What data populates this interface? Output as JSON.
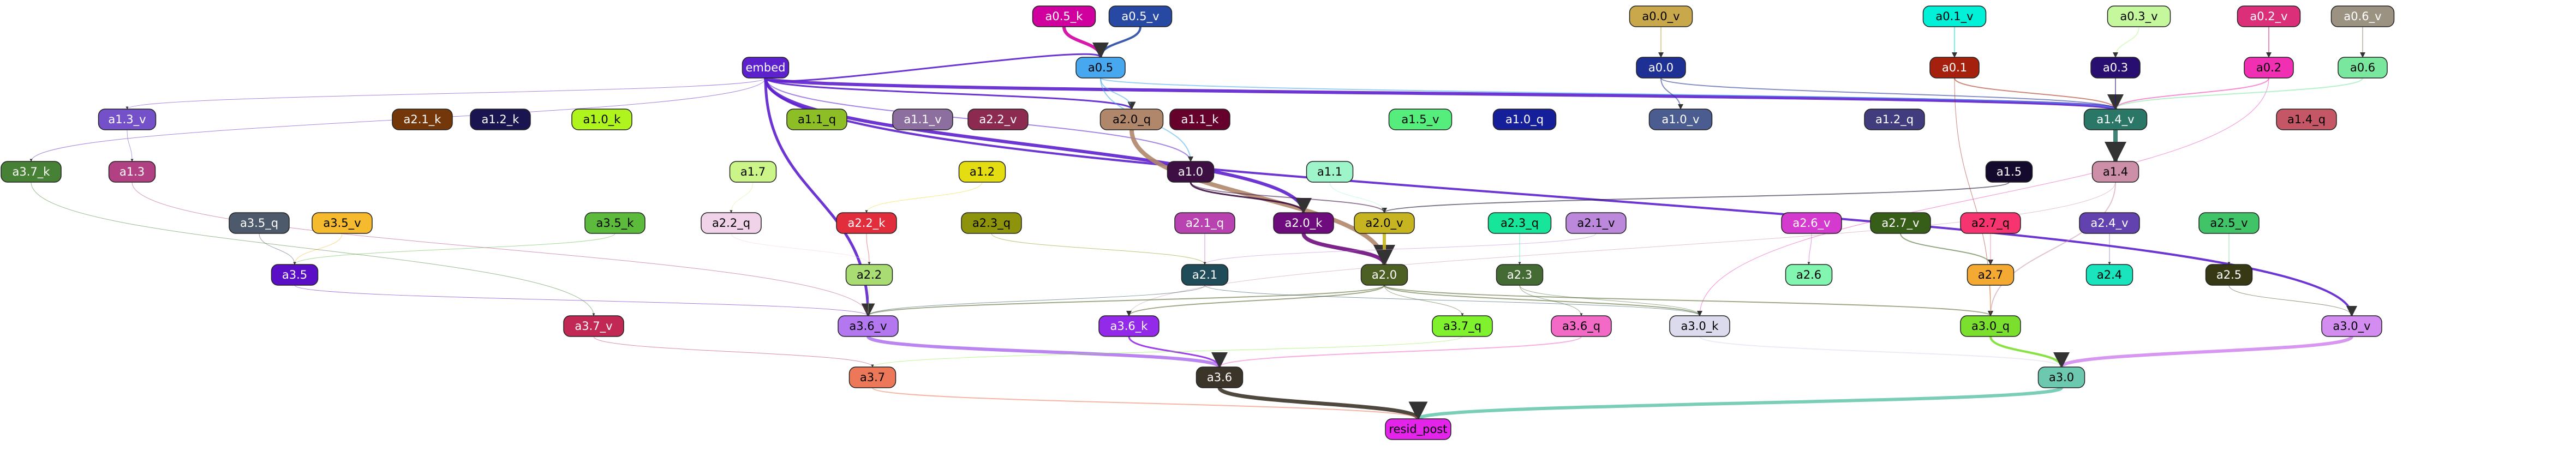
{
  "nodes": [
    {
      "id": "a0_5_k",
      "label": "a0.5_k",
      "fill": "#d0009f",
      "text": "#ffffff"
    },
    {
      "id": "a0_5_v",
      "label": "a0.5_v",
      "fill": "#2849a3",
      "text": "#ffffff"
    },
    {
      "id": "a0_0_v",
      "label": "a0.0_v",
      "fill": "#c9a84b",
      "text": "#000000"
    },
    {
      "id": "a0_1_v",
      "label": "a0.1_v",
      "fill": "#00f1d7",
      "text": "#000000"
    },
    {
      "id": "a0_3_v",
      "label": "a0.3_v",
      "fill": "#c5f79d",
      "text": "#000000"
    },
    {
      "id": "a0_2_v",
      "label": "a0.2_v",
      "fill": "#dc2f79",
      "text": "#ffffff"
    },
    {
      "id": "a0_6_v",
      "label": "a0.6_v",
      "fill": "#9c9281",
      "text": "#ffffff"
    },
    {
      "id": "embed",
      "label": "embed",
      "fill": "#5d20cd",
      "text": "#ffffff"
    },
    {
      "id": "a0_5",
      "label": "a0.5",
      "fill": "#47a7ef",
      "text": "#000000"
    },
    {
      "id": "a0_0",
      "label": "a0.0",
      "fill": "#1e3093",
      "text": "#ffffff"
    },
    {
      "id": "a0_1",
      "label": "a0.1",
      "fill": "#a5200d",
      "text": "#ffffff"
    },
    {
      "id": "a0_3",
      "label": "a0.3",
      "fill": "#290e71",
      "text": "#ffffff"
    },
    {
      "id": "a0_2",
      "label": "a0.2",
      "fill": "#f02fb3",
      "text": "#000000"
    },
    {
      "id": "a0_6",
      "label": "a0.6",
      "fill": "#79e89e",
      "text": "#000000"
    },
    {
      "id": "a1_3_v",
      "label": "a1.3_v",
      "fill": "#7551c9",
      "text": "#ffffff"
    },
    {
      "id": "a2_1_k",
      "label": "a2.1_k",
      "fill": "#733709",
      "text": "#ffffff"
    },
    {
      "id": "a1_2_k",
      "label": "a1.2_k",
      "fill": "#1a1450",
      "text": "#ffffff"
    },
    {
      "id": "a1_0_k",
      "label": "a1.0_k",
      "fill": "#b0f41e",
      "text": "#000000"
    },
    {
      "id": "a1_1_q",
      "label": "a1.1_q",
      "fill": "#8dbe26",
      "text": "#000000"
    },
    {
      "id": "a1_1_v",
      "label": "a1.1_v",
      "fill": "#8c6f9f",
      "text": "#ffffff"
    },
    {
      "id": "a2_2_v",
      "label": "a2.2_v",
      "fill": "#8c2b4f",
      "text": "#ffffff"
    },
    {
      "id": "a2_0_q",
      "label": "a2.0_q",
      "fill": "#b0876b",
      "text": "#000000"
    },
    {
      "id": "a1_1_k",
      "label": "a1.1_k",
      "fill": "#66012c",
      "text": "#ffffff"
    },
    {
      "id": "a1_5_v",
      "label": "a1.5_v",
      "fill": "#55ed7b",
      "text": "#000000"
    },
    {
      "id": "a1_0_q",
      "label": "a1.0_q",
      "fill": "#161f9a",
      "text": "#ffffff"
    },
    {
      "id": "a1_0_v",
      "label": "a1.0_v",
      "fill": "#4b5c90",
      "text": "#ffffff"
    },
    {
      "id": "a1_2_q",
      "label": "a1.2_q",
      "fill": "#413c7d",
      "text": "#ffffff"
    },
    {
      "id": "a1_4_v",
      "label": "a1.4_v",
      "fill": "#2a7768",
      "text": "#ffffff"
    },
    {
      "id": "a1_4_q",
      "label": "a1.4_q",
      "fill": "#c45665",
      "text": "#000000"
    },
    {
      "id": "a3_7_k",
      "label": "a3.7_k",
      "fill": "#478135",
      "text": "#ffffff"
    },
    {
      "id": "a1_3",
      "label": "a1.3",
      "fill": "#b14182",
      "text": "#ffffff"
    },
    {
      "id": "a1_7",
      "label": "a1.7",
      "fill": "#cbf489",
      "text": "#000000"
    },
    {
      "id": "a1_2",
      "label": "a1.2",
      "fill": "#e4dd11",
      "text": "#000000"
    },
    {
      "id": "a1_0",
      "label": "a1.0",
      "fill": "#3d0f43",
      "text": "#ffffff"
    },
    {
      "id": "a1_1",
      "label": "a1.1",
      "fill": "#9ff5ca",
      "text": "#000000"
    },
    {
      "id": "a1_5",
      "label": "a1.5",
      "fill": "#130a2d",
      "text": "#ffffff"
    },
    {
      "id": "a1_4",
      "label": "a1.4",
      "fill": "#cc8fa7",
      "text": "#000000"
    },
    {
      "id": "a3_5_q",
      "label": "a3.5_q",
      "fill": "#4c5a6b",
      "text": "#ffffff"
    },
    {
      "id": "a3_5_v",
      "label": "a3.5_v",
      "fill": "#f5ba2d",
      "text": "#000000"
    },
    {
      "id": "a3_5_k",
      "label": "a3.5_k",
      "fill": "#5cbb3c",
      "text": "#000000"
    },
    {
      "id": "a2_2_q",
      "label": "a2.2_q",
      "fill": "#f0d2e9",
      "text": "#000000"
    },
    {
      "id": "a2_2_k",
      "label": "a2.2_k",
      "fill": "#e22e3c",
      "text": "#ffffff"
    },
    {
      "id": "a2_3_q",
      "label": "a2.3_q",
      "fill": "#8d940c",
      "text": "#000000"
    },
    {
      "id": "a2_1_q",
      "label": "a2.1_q",
      "fill": "#b842b0",
      "text": "#ffffff"
    },
    {
      "id": "a2_0_k",
      "label": "a2.0_k",
      "fill": "#6e0c7d",
      "text": "#ffffff"
    },
    {
      "id": "a2_0_v",
      "label": "a2.0_v",
      "fill": "#c7b421",
      "text": "#000000"
    },
    {
      "id": "a2_3_q2",
      "label": "a2.3_q",
      "fill": "#17e69a",
      "text": "#000000"
    },
    {
      "id": "a2_1_v",
      "label": "a2.1_v",
      "fill": "#bb88dc",
      "text": "#000000"
    },
    {
      "id": "a2_6_v",
      "label": "a2.6_v",
      "fill": "#d43acd",
      "text": "#ffffff"
    },
    {
      "id": "a2_7_v",
      "label": "a2.7_v",
      "fill": "#375e18",
      "text": "#ffffff"
    },
    {
      "id": "a2_7_q",
      "label": "a2.7_q",
      "fill": "#f6346f",
      "text": "#000000"
    },
    {
      "id": "a2_4_v",
      "label": "a2.4_v",
      "fill": "#6142af",
      "text": "#ffffff"
    },
    {
      "id": "a2_5_v",
      "label": "a2.5_v",
      "fill": "#41c467",
      "text": "#000000"
    },
    {
      "id": "a3_5",
      "label": "a3.5",
      "fill": "#5a0ec6",
      "text": "#ffffff"
    },
    {
      "id": "a2_2",
      "label": "a2.2",
      "fill": "#a9dc73",
      "text": "#000000"
    },
    {
      "id": "a2_1",
      "label": "a2.1",
      "fill": "#204b58",
      "text": "#ffffff"
    },
    {
      "id": "a2_0",
      "label": "a2.0",
      "fill": "#4d6024",
      "text": "#ffffff"
    },
    {
      "id": "a2_3",
      "label": "a2.3",
      "fill": "#456b35",
      "text": "#ffffff"
    },
    {
      "id": "a2_6",
      "label": "a2.6",
      "fill": "#82f5b1",
      "text": "#000000"
    },
    {
      "id": "a2_7",
      "label": "a2.7",
      "fill": "#f4a933",
      "text": "#000000"
    },
    {
      "id": "a2_4",
      "label": "a2.4",
      "fill": "#19e4bd",
      "text": "#000000"
    },
    {
      "id": "a2_5",
      "label": "a2.5",
      "fill": "#363914",
      "text": "#ffffff"
    },
    {
      "id": "a3_7_v",
      "label": "a3.7_v",
      "fill": "#c12853",
      "text": "#ffffff"
    },
    {
      "id": "a3_6_v",
      "label": "a3.6_v",
      "fill": "#b377f0",
      "text": "#000000"
    },
    {
      "id": "a3_6_k",
      "label": "a3.6_k",
      "fill": "#9329e9",
      "text": "#ffffff"
    },
    {
      "id": "a3_7_q",
      "label": "a3.7_q",
      "fill": "#80f12d",
      "text": "#000000"
    },
    {
      "id": "a3_6_q",
      "label": "a3.6_q",
      "fill": "#f26ac6",
      "text": "#000000"
    },
    {
      "id": "a3_0_k",
      "label": "a3.0_k",
      "fill": "#dcdbed",
      "text": "#000000"
    },
    {
      "id": "a3_0_q",
      "label": "a3.0_q",
      "fill": "#7bdf2e",
      "text": "#000000"
    },
    {
      "id": "a3_0_v",
      "label": "a3.0_v",
      "fill": "#d38cf0",
      "text": "#000000"
    },
    {
      "id": "a3_7",
      "label": "a3.7",
      "fill": "#ec7859",
      "text": "#000000"
    },
    {
      "id": "a3_6",
      "label": "a3.6",
      "fill": "#3b3429",
      "text": "#ffffff"
    },
    {
      "id": "a3_0",
      "label": "a3.0",
      "fill": "#6cc9b0",
      "text": "#000000"
    },
    {
      "id": "resid_post",
      "label": "resid_post",
      "fill": "#e424eb",
      "text": "#000000"
    }
  ],
  "edges": [
    {
      "from": "a0_5_k",
      "to": "a0_5",
      "color": "#d0009f",
      "weight": 6
    },
    {
      "from": "a0_5_v",
      "to": "a0_5",
      "color": "#2849a3",
      "weight": 4
    },
    {
      "from": "a0_0_v",
      "to": "a0_0",
      "color": "#c9a84b",
      "weight": 2
    },
    {
      "from": "a0_1_v",
      "to": "a0_1",
      "color": "#00f1d7",
      "weight": 2
    },
    {
      "from": "a0_3_v",
      "to": "a0_3",
      "color": "#c5f79d",
      "weight": 2
    },
    {
      "from": "a0_2_v",
      "to": "a0_2",
      "color": "#dc2f79",
      "weight": 2
    },
    {
      "from": "a0_6_v",
      "to": "a0_6",
      "color": "#9c9281",
      "weight": 2
    },
    {
      "from": "embed",
      "to": "a0_5",
      "color": "#5d20cd",
      "weight": 3
    },
    {
      "from": "embed",
      "to": "a1_4_v",
      "color": "#5d20cd",
      "weight": 6
    },
    {
      "from": "embed",
      "to": "a2_0_k",
      "color": "#5d20cd",
      "weight": 6
    },
    {
      "from": "embed",
      "to": "a3_6_v",
      "color": "#5d20cd",
      "weight": 5
    },
    {
      "from": "embed",
      "to": "a3_0_v",
      "color": "#5d20cd",
      "weight": 4
    },
    {
      "from": "embed",
      "to": "a2_0_q",
      "color": "#5d20cd",
      "weight": 3
    },
    {
      "from": "embed",
      "to": "a1_3_v",
      "color": "#5d20cd",
      "weight": 1
    },
    {
      "from": "embed",
      "to": "a3_7_k",
      "color": "#5d20cd",
      "weight": 1
    },
    {
      "from": "embed",
      "to": "a1_0",
      "color": "#5d20cd",
      "weight": 2
    },
    {
      "from": "a0_5",
      "to": "a1_4_v",
      "color": "#47a7ef",
      "weight": 2
    },
    {
      "from": "a0_5",
      "to": "a2_0_q",
      "color": "#47a7ef",
      "weight": 2
    },
    {
      "from": "a0_5",
      "to": "a1_0",
      "color": "#47a7ef",
      "weight": 2
    },
    {
      "from": "a0_0",
      "to": "a1_0_v",
      "color": "#1e3093",
      "weight": 2
    },
    {
      "from": "a0_0",
      "to": "a1_4_v",
      "color": "#1e3093",
      "weight": 2
    },
    {
      "from": "a0_1",
      "to": "a1_4_v",
      "color": "#a5200d",
      "weight": 2
    },
    {
      "from": "a0_1",
      "to": "a3_0_q",
      "color": "#a5200d",
      "weight": 1
    },
    {
      "from": "a0_3",
      "to": "a1_4_v",
      "color": "#290e71",
      "weight": 2
    },
    {
      "from": "a0_2",
      "to": "a1_4_v",
      "color": "#f02fb3",
      "weight": 2
    },
    {
      "from": "a0_2",
      "to": "a3_0_k",
      "color": "#f02fb3",
      "weight": 1
    },
    {
      "from": "a0_6",
      "to": "a1_4_v",
      "color": "#79e89e",
      "weight": 2
    },
    {
      "from": "a1_4_v",
      "to": "a1_4",
      "color": "#2a7768",
      "weight": 8
    },
    {
      "from": "a2_0_q",
      "to": "a2_0",
      "color": "#b0876b",
      "weight": 8
    },
    {
      "from": "a2_0_k",
      "to": "a2_0",
      "color": "#6e0c7d",
      "weight": 7
    },
    {
      "from": "a2_0_v",
      "to": "a2_0",
      "color": "#c7b421",
      "weight": 6
    },
    {
      "from": "a1_3_v",
      "to": "a1_3",
      "color": "#7551c9",
      "weight": 1
    },
    {
      "from": "a1_0",
      "to": "a2_0_k",
      "color": "#3d0f43",
      "weight": 3
    },
    {
      "from": "a1_0",
      "to": "a2_0_v",
      "color": "#3d0f43",
      "weight": 2
    },
    {
      "from": "a1_4",
      "to": "a3_0_q",
      "color": "#cc8fa7",
      "weight": 2
    },
    {
      "from": "a1_4",
      "to": "a3_6_k",
      "color": "#cc8fa7",
      "weight": 1
    },
    {
      "from": "a1_5",
      "to": "a2_0_v",
      "color": "#130a2d",
      "weight": 2
    },
    {
      "from": "a1_2",
      "to": "a2_2_k",
      "color": "#e4dd11",
      "weight": 1
    },
    {
      "from": "a1_7",
      "to": "a2_2_q",
      "color": "#cbf489",
      "weight": 1
    },
    {
      "from": "a3_5_v",
      "to": "a3_5",
      "color": "#f5ba2d",
      "weight": 1
    },
    {
      "from": "a3_5_k",
      "to": "a3_5",
      "color": "#5cbb3c",
      "weight": 1
    },
    {
      "from": "a2_2_k",
      "to": "a2_2",
      "color": "#e22e3c",
      "weight": 1
    },
    {
      "from": "a2_1_q",
      "to": "a2_1",
      "color": "#b842b0",
      "weight": 1
    },
    {
      "from": "a2_7_v",
      "to": "a2_7",
      "color": "#375e18",
      "weight": 2
    },
    {
      "from": "a2_7_q",
      "to": "a2_7",
      "color": "#f6346f",
      "weight": 1
    },
    {
      "from": "a2_4_v",
      "to": "a2_4",
      "color": "#6142af",
      "weight": 1
    },
    {
      "from": "a2_5_v",
      "to": "a2_5",
      "color": "#41c467",
      "weight": 1
    },
    {
      "from": "a2_6_v",
      "to": "a2_6",
      "color": "#d43acd",
      "weight": 1
    },
    {
      "from": "a2_3_q2",
      "to": "a2_3",
      "color": "#17e69a",
      "weight": 1
    },
    {
      "from": "a2_0",
      "to": "a3_6_v",
      "color": "#4d6024",
      "weight": 2
    },
    {
      "from": "a2_0",
      "to": "a3_0_k",
      "color": "#4d6024",
      "weight": 2
    },
    {
      "from": "a2_0",
      "to": "a3_6_k",
      "color": "#4d6024",
      "weight": 2
    },
    {
      "from": "a2_0",
      "to": "a3_0_q",
      "color": "#4d6024",
      "weight": 2
    },
    {
      "from": "a2_0",
      "to": "a3_7_q",
      "color": "#4d6024",
      "weight": 1
    },
    {
      "from": "a2_1",
      "to": "a3_6_v",
      "color": "#204b58",
      "weight": 1
    },
    {
      "from": "a2_1",
      "to": "a3_0_k",
      "color": "#204b58",
      "weight": 1
    },
    {
      "from": "a2_3",
      "to": "a3_6_q",
      "color": "#456b35",
      "weight": 1
    },
    {
      "from": "a2_3",
      "to": "a3_0_k",
      "color": "#456b35",
      "weight": 1
    },
    {
      "from": "a2_5",
      "to": "a3_0_v",
      "color": "#363914",
      "weight": 1
    },
    {
      "from": "a2_7",
      "to": "a3_0_q",
      "color": "#f4a933",
      "weight": 1
    },
    {
      "from": "a2_2",
      "to": "a3_6_v",
      "color": "#a9dc73",
      "weight": 1
    },
    {
      "from": "a3_5",
      "to": "a3_6_v",
      "color": "#5a0ec6",
      "weight": 1
    },
    {
      "from": "a3_6_v",
      "to": "a3_6",
      "color": "#b377f0",
      "weight": 6
    },
    {
      "from": "a3_6_k",
      "to": "a3_6",
      "color": "#9329e9",
      "weight": 3
    },
    {
      "from": "a3_6_q",
      "to": "a3_6",
      "color": "#f26ac6",
      "weight": 2
    },
    {
      "from": "a3_7_v",
      "to": "a3_7",
      "color": "#c12853",
      "weight": 1
    },
    {
      "from": "a3_7_q",
      "to": "a3_7",
      "color": "#80f12d",
      "weight": 1
    },
    {
      "from": "a3_0_v",
      "to": "a3_0",
      "color": "#d38cf0",
      "weight": 6
    },
    {
      "from": "a3_0_q",
      "to": "a3_0",
      "color": "#7bdf2e",
      "weight": 4
    },
    {
      "from": "a3_0_k",
      "to": "a3_0",
      "color": "#dcdbed",
      "weight": 2
    },
    {
      "from": "a3_6",
      "to": "resid_post",
      "color": "#3b3429",
      "weight": 7
    },
    {
      "from": "a3_0",
      "to": "resid_post",
      "color": "#6cc9b0",
      "weight": 6
    },
    {
      "from": "a3_7",
      "to": "resid_post",
      "color": "#ec7859",
      "weight": 2
    },
    {
      "from": "a3_7_k",
      "to": "a3_7_v",
      "color": "#478135",
      "weight": 1
    },
    {
      "from": "a1_3",
      "to": "a3_6_v",
      "color": "#b14182",
      "weight": 1
    },
    {
      "from": "a2_2_q",
      "to": "a2_2",
      "color": "#f0d2e9",
      "weight": 1
    },
    {
      "from": "a2_3_q",
      "to": "a2_1",
      "color": "#8d940c",
      "weight": 1
    },
    {
      "from": "a2_1_v",
      "to": "a2_1",
      "color": "#bb88dc",
      "weight": 1
    },
    {
      "from": "a1_1",
      "to": "a2_0_v",
      "color": "#9ff5ca",
      "weight": 1
    },
    {
      "from": "a3_5_q",
      "to": "a3_5",
      "color": "#4c5a6b",
      "weight": 1
    }
  ]
}
